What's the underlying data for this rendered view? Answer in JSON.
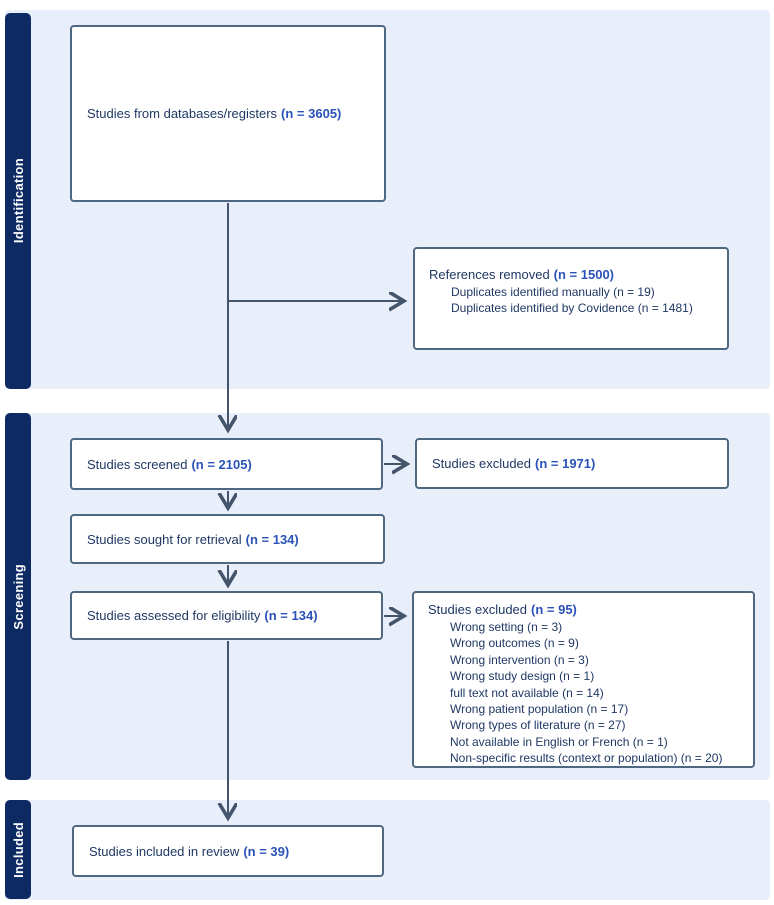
{
  "colors": {
    "sidebar_navy": "#0e2a63",
    "band_blue": "#e9effa",
    "box_border": "#4d6880",
    "text_navy": "#1f3864",
    "count_blue": "#2a52b8",
    "arrow": "#44546a"
  },
  "sections": [
    {
      "label": "Identification"
    },
    {
      "label": "Screening"
    },
    {
      "label": "Included"
    }
  ],
  "boxes": {
    "databases": {
      "label": "Studies from databases/registers",
      "n": "(n = 3605)"
    },
    "references_removed": {
      "label": "References removed",
      "n": "(n = 1500)",
      "items": [
        "Duplicates identified manually (n = 19)",
        "Duplicates identified by Covidence (n = 1481)"
      ]
    },
    "screened": {
      "label": "Studies screened",
      "n": "(n = 2105)"
    },
    "studies_excluded_screening": {
      "label": "Studies excluded",
      "n": "(n = 1971)"
    },
    "sought": {
      "label": "Studies sought for retrieval",
      "n": "(n = 134)"
    },
    "assessed": {
      "label": "Studies assessed for eligibility",
      "n": "(n = 134)"
    },
    "studies_excluded_eligibility": {
      "label": "Studies excluded",
      "n": "(n = 95)",
      "items": [
        "Wrong setting (n = 3)",
        "Wrong outcomes (n = 9)",
        "Wrong intervention (n = 3)",
        "Wrong study design (n = 1)",
        "full text not available (n = 14)",
        "Wrong patient population (n = 17)",
        "Wrong types of literature (n = 27)",
        "Not available in English or French (n = 1)",
        "Non-specific results (context or population) (n = 20)"
      ]
    },
    "included": {
      "label": "Studies included in review",
      "n": "(n = 39)"
    }
  }
}
